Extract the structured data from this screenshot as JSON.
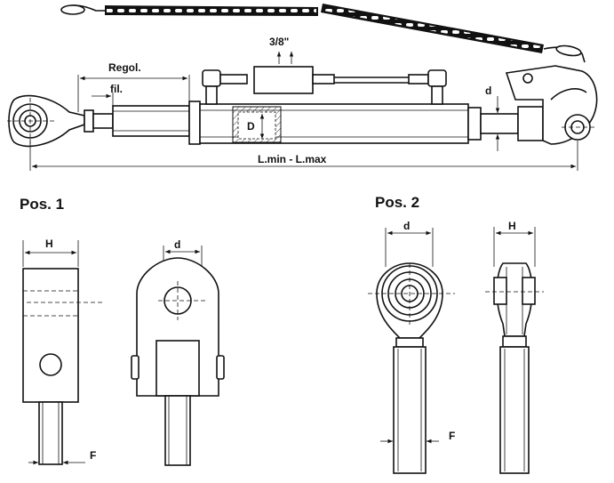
{
  "labels": {
    "regol": "Regol.",
    "fil": "fil.",
    "thread": "3/8\"",
    "D": "D",
    "d_top": "d",
    "length": "L.min - L.max",
    "pos1": "Pos. 1",
    "pos2": "Pos. 2",
    "H1": "H",
    "d1": "d",
    "F1": "F",
    "d2": "d",
    "H2": "H",
    "F2": "F"
  }
}
